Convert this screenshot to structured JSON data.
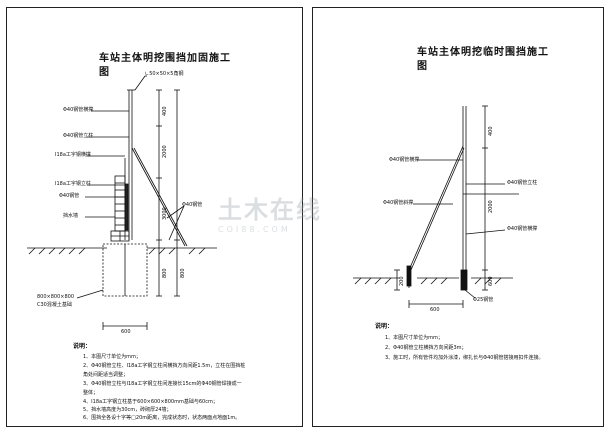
{
  "left": {
    "title_line1": "车站主体明挖围挡加固施工",
    "title_line2": "图",
    "labels": {
      "angle_steel": "∟50×50×5角钢",
      "pipe_side_brace": "Φ40钢管横撑",
      "pipe_post": "Φ40钢管立柱",
      "i18_purlin": "I18a工字钢横撑",
      "i18_column": "I18a工字钢立柱",
      "pipe_diag": "Φ40钢管",
      "pipe_diag2": "Φ40钢管",
      "brick_wall": "挡水墙",
      "footing_size": "800×800×800",
      "footing_conc": "C30混凝土基础"
    },
    "dims": {
      "d400": "400",
      "d2000": "2000",
      "d3000": "3000",
      "d800": "800",
      "d800b": "800",
      "d600": "600"
    },
    "notes_head": "说明：",
    "notes": [
      "1、本图尺寸单位为mm；",
      "2、Φ40钢管立柱、I18a工字钢立柱间横挡方向间距1.5m，立柱在围挡桩",
      "角处间距适当调整；",
      "3、Φ40钢管立柱与I18a工字钢立柱间连接长15cm的Φ40钢管焊接成一",
      "整体；",
      "4、I18a工字钢立柱基于600×600×800mm基础与60cm；",
      "5、挡水墙高度为30cm，砖砌厚24墙；",
      "6、围挡全各设十字等□20m距离，完成状态时，状态两面点地面1m。"
    ]
  },
  "right": {
    "title_line1": "车站主体明挖临时围挡施工",
    "title_line2": "图",
    "labels": {
      "pipe_purlin": "Φ40钢管横撑",
      "pipe_post": "Φ40钢管立柱",
      "pipe_brace": "Φ40钢管斜撑",
      "pipe_strut": "Φ40钢管横撑",
      "pipe_bottom": "Φ25钢管"
    },
    "dims": {
      "d400": "400",
      "d2000": "2000",
      "d600": "600",
      "d200": "200",
      "d600b": "600"
    },
    "notes_head": "说明：",
    "notes": [
      "1、本图尺寸单位为mm；",
      "2、Φ40钢管立柱横挡方向间距3m；",
      "3、施工时，所有管件均加外涂漆，绑扎长与Φ40钢管搭接用扣件连接。"
    ]
  },
  "watermark": {
    "cn": "土木在线",
    "en": "COI88.COM"
  }
}
